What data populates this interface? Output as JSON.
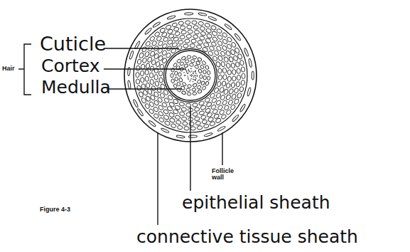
{
  "diagram": {
    "caption": "Figure 4-3",
    "labels": [
      "Hair",
      "Cuticle",
      "Cortex",
      "Medulla",
      "Follicle wall",
      "epithelial sheath",
      "connective tissue sheath"
    ]
  }
}
